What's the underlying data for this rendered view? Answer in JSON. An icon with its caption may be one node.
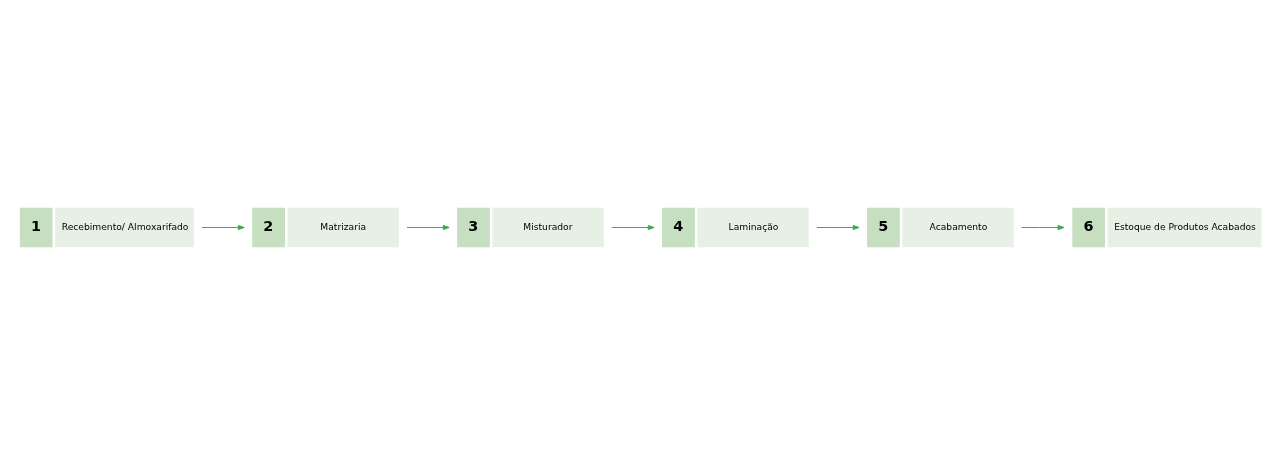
{
  "diagram": {
    "nodes": [
      {
        "text": [
          "4",
          "Laminação"
        ]
      },
      {
        "text": [
          "2",
          "Matrizaria"
        ]
      },
      {
        "text": [
          "3",
          "Misturador"
        ]
      },
      {
        "text": [
          "6",
          "Estoque de Produtos Acabados"
        ]
      },
      {
        "text": [
          "5",
          "Acabamento"
        ]
      },
      {
        "text": [
          "1",
          "Recebimento/ Almoxarifado"
        ]
      }
    ],
    "edges": [
      {
        "from": 5,
        "to": 1,
        "arrow": "to"
      },
      {
        "from": 1,
        "to": 2,
        "arrow": "to"
      },
      {
        "from": 2,
        "to": 0,
        "arrow": "to"
      },
      {
        "from": 0,
        "to": 4,
        "arrow": "to"
      },
      {
        "from": 4,
        "to": 3,
        "arrow": "to"
      }
    ]
  }
}
